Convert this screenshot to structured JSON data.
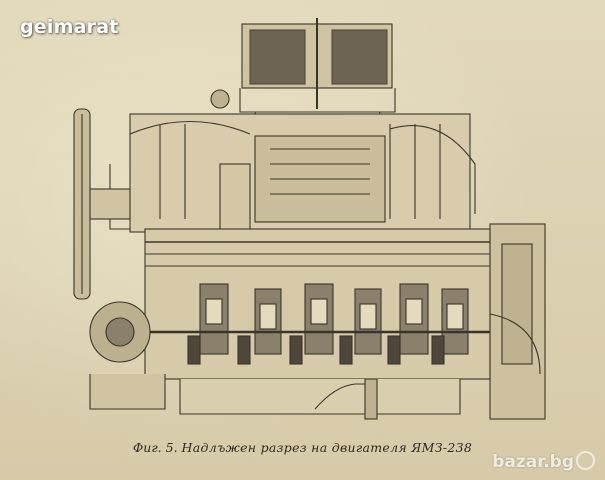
{
  "watermark": {
    "text": "geimarat"
  },
  "caption": {
    "label": "Фиг. 5.",
    "title": "Надлъжен разрез на двигателя ЯМЗ-238"
  },
  "brand_mark": {
    "text": "bazar.bg"
  },
  "colors": {
    "paper": "#ded3b4",
    "ink": "#2e2a22",
    "watermark": "#ffffff"
  }
}
